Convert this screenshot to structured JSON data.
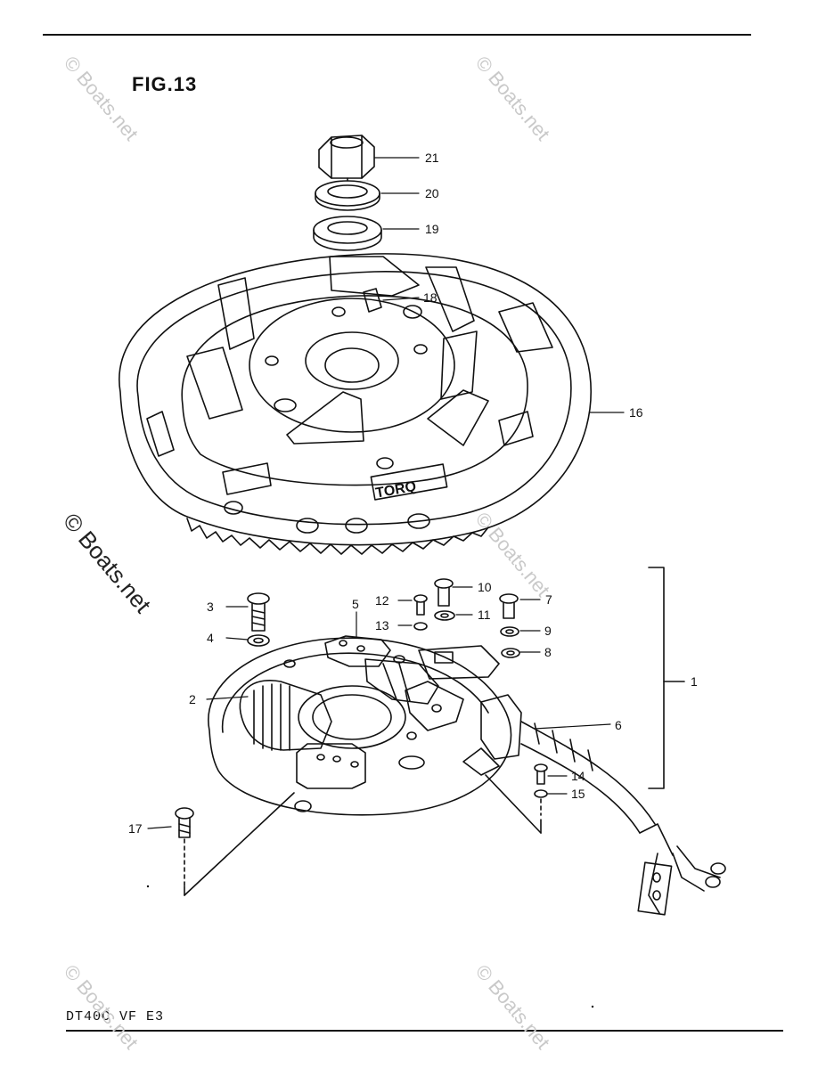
{
  "figure": {
    "title": "FIG.13",
    "model_code": "DT40C VF E3"
  },
  "watermark": {
    "text": "© Boats.net"
  },
  "callouts": [
    {
      "id": "21",
      "label": "21"
    },
    {
      "id": "20",
      "label": "20"
    },
    {
      "id": "19",
      "label": "19"
    },
    {
      "id": "18",
      "label": "18"
    },
    {
      "id": "16",
      "label": "16"
    },
    {
      "id": "12",
      "label": "12"
    },
    {
      "id": "10",
      "label": "10"
    },
    {
      "id": "7",
      "label": "7"
    },
    {
      "id": "3",
      "label": "3"
    },
    {
      "id": "5",
      "label": "5"
    },
    {
      "id": "11",
      "label": "11"
    },
    {
      "id": "13",
      "label": "13"
    },
    {
      "id": "9",
      "label": "9"
    },
    {
      "id": "4",
      "label": "4"
    },
    {
      "id": "8",
      "label": "8"
    },
    {
      "id": "1",
      "label": "1"
    },
    {
      "id": "2",
      "label": "2"
    },
    {
      "id": "6",
      "label": "6"
    },
    {
      "id": "14",
      "label": "14"
    },
    {
      "id": "15",
      "label": "15"
    },
    {
      "id": "17",
      "label": "17"
    }
  ],
  "flywheel_marking": "TORQ",
  "colors": {
    "line": "#111111",
    "watermark": "#c9c9c9",
    "background": "#ffffff"
  }
}
